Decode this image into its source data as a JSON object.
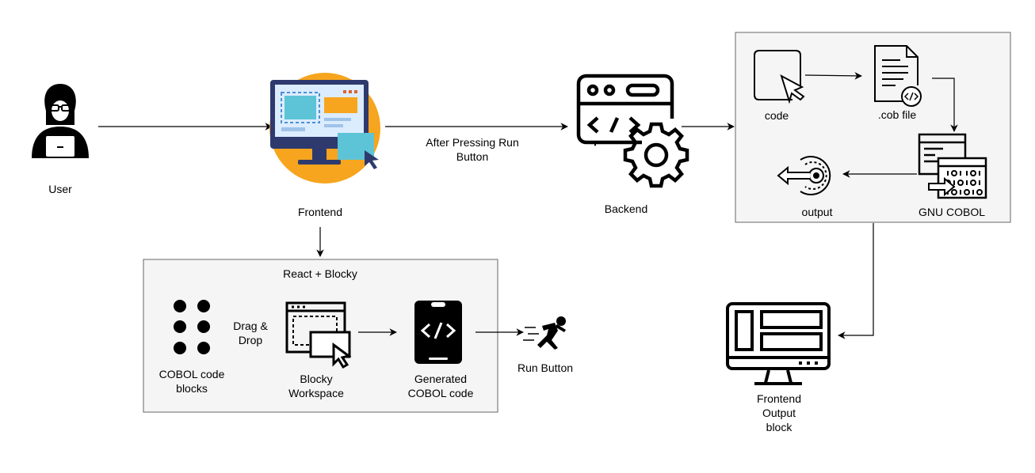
{
  "nodes": {
    "user": {
      "label": "User",
      "icon": "user-laptop-icon"
    },
    "frontend": {
      "label": "Frontend",
      "icon": "frontend-monitor-icon"
    },
    "backend": {
      "label": "Backend",
      "icon": "backend-code-gear-icon"
    },
    "frontend_output": {
      "label": "Frontend\nOutput\nblock",
      "icon": "output-monitor-icon"
    }
  },
  "edges": {
    "frontend_to_backend": "After Pressing Run\nButton"
  },
  "react_blocky_group": {
    "title": "React + Blocky",
    "cobol_blocks": {
      "label": "COBOL code\nblocks",
      "icon": "block-dots-icon"
    },
    "drag_drop": "Drag &\nDrop",
    "workspace": {
      "label": "Blocky\nWorkspace",
      "icon": "workspace-window-icon"
    },
    "generated": {
      "label": "Generated\nCOBOL code",
      "icon": "code-phone-icon"
    },
    "run_button": {
      "label": "Run Button",
      "icon": "running-man-icon"
    }
  },
  "backend_group": {
    "code": {
      "label": "code",
      "icon": "cursor-box-icon"
    },
    "cob_file": {
      "label": ".cob file",
      "icon": "code-file-icon"
    },
    "gnu_cobol": {
      "label": "GNU COBOL",
      "icon": "binary-windows-icon"
    },
    "output": {
      "label": "output",
      "icon": "gear-output-icon"
    }
  },
  "colors": {
    "group_fill": "#f5f5f5",
    "group_stroke": "#666666",
    "orange": "#f7a51e",
    "navy": "#2e3a6e",
    "teal": "#5cc4d6",
    "blue_light": "#dcecff"
  }
}
